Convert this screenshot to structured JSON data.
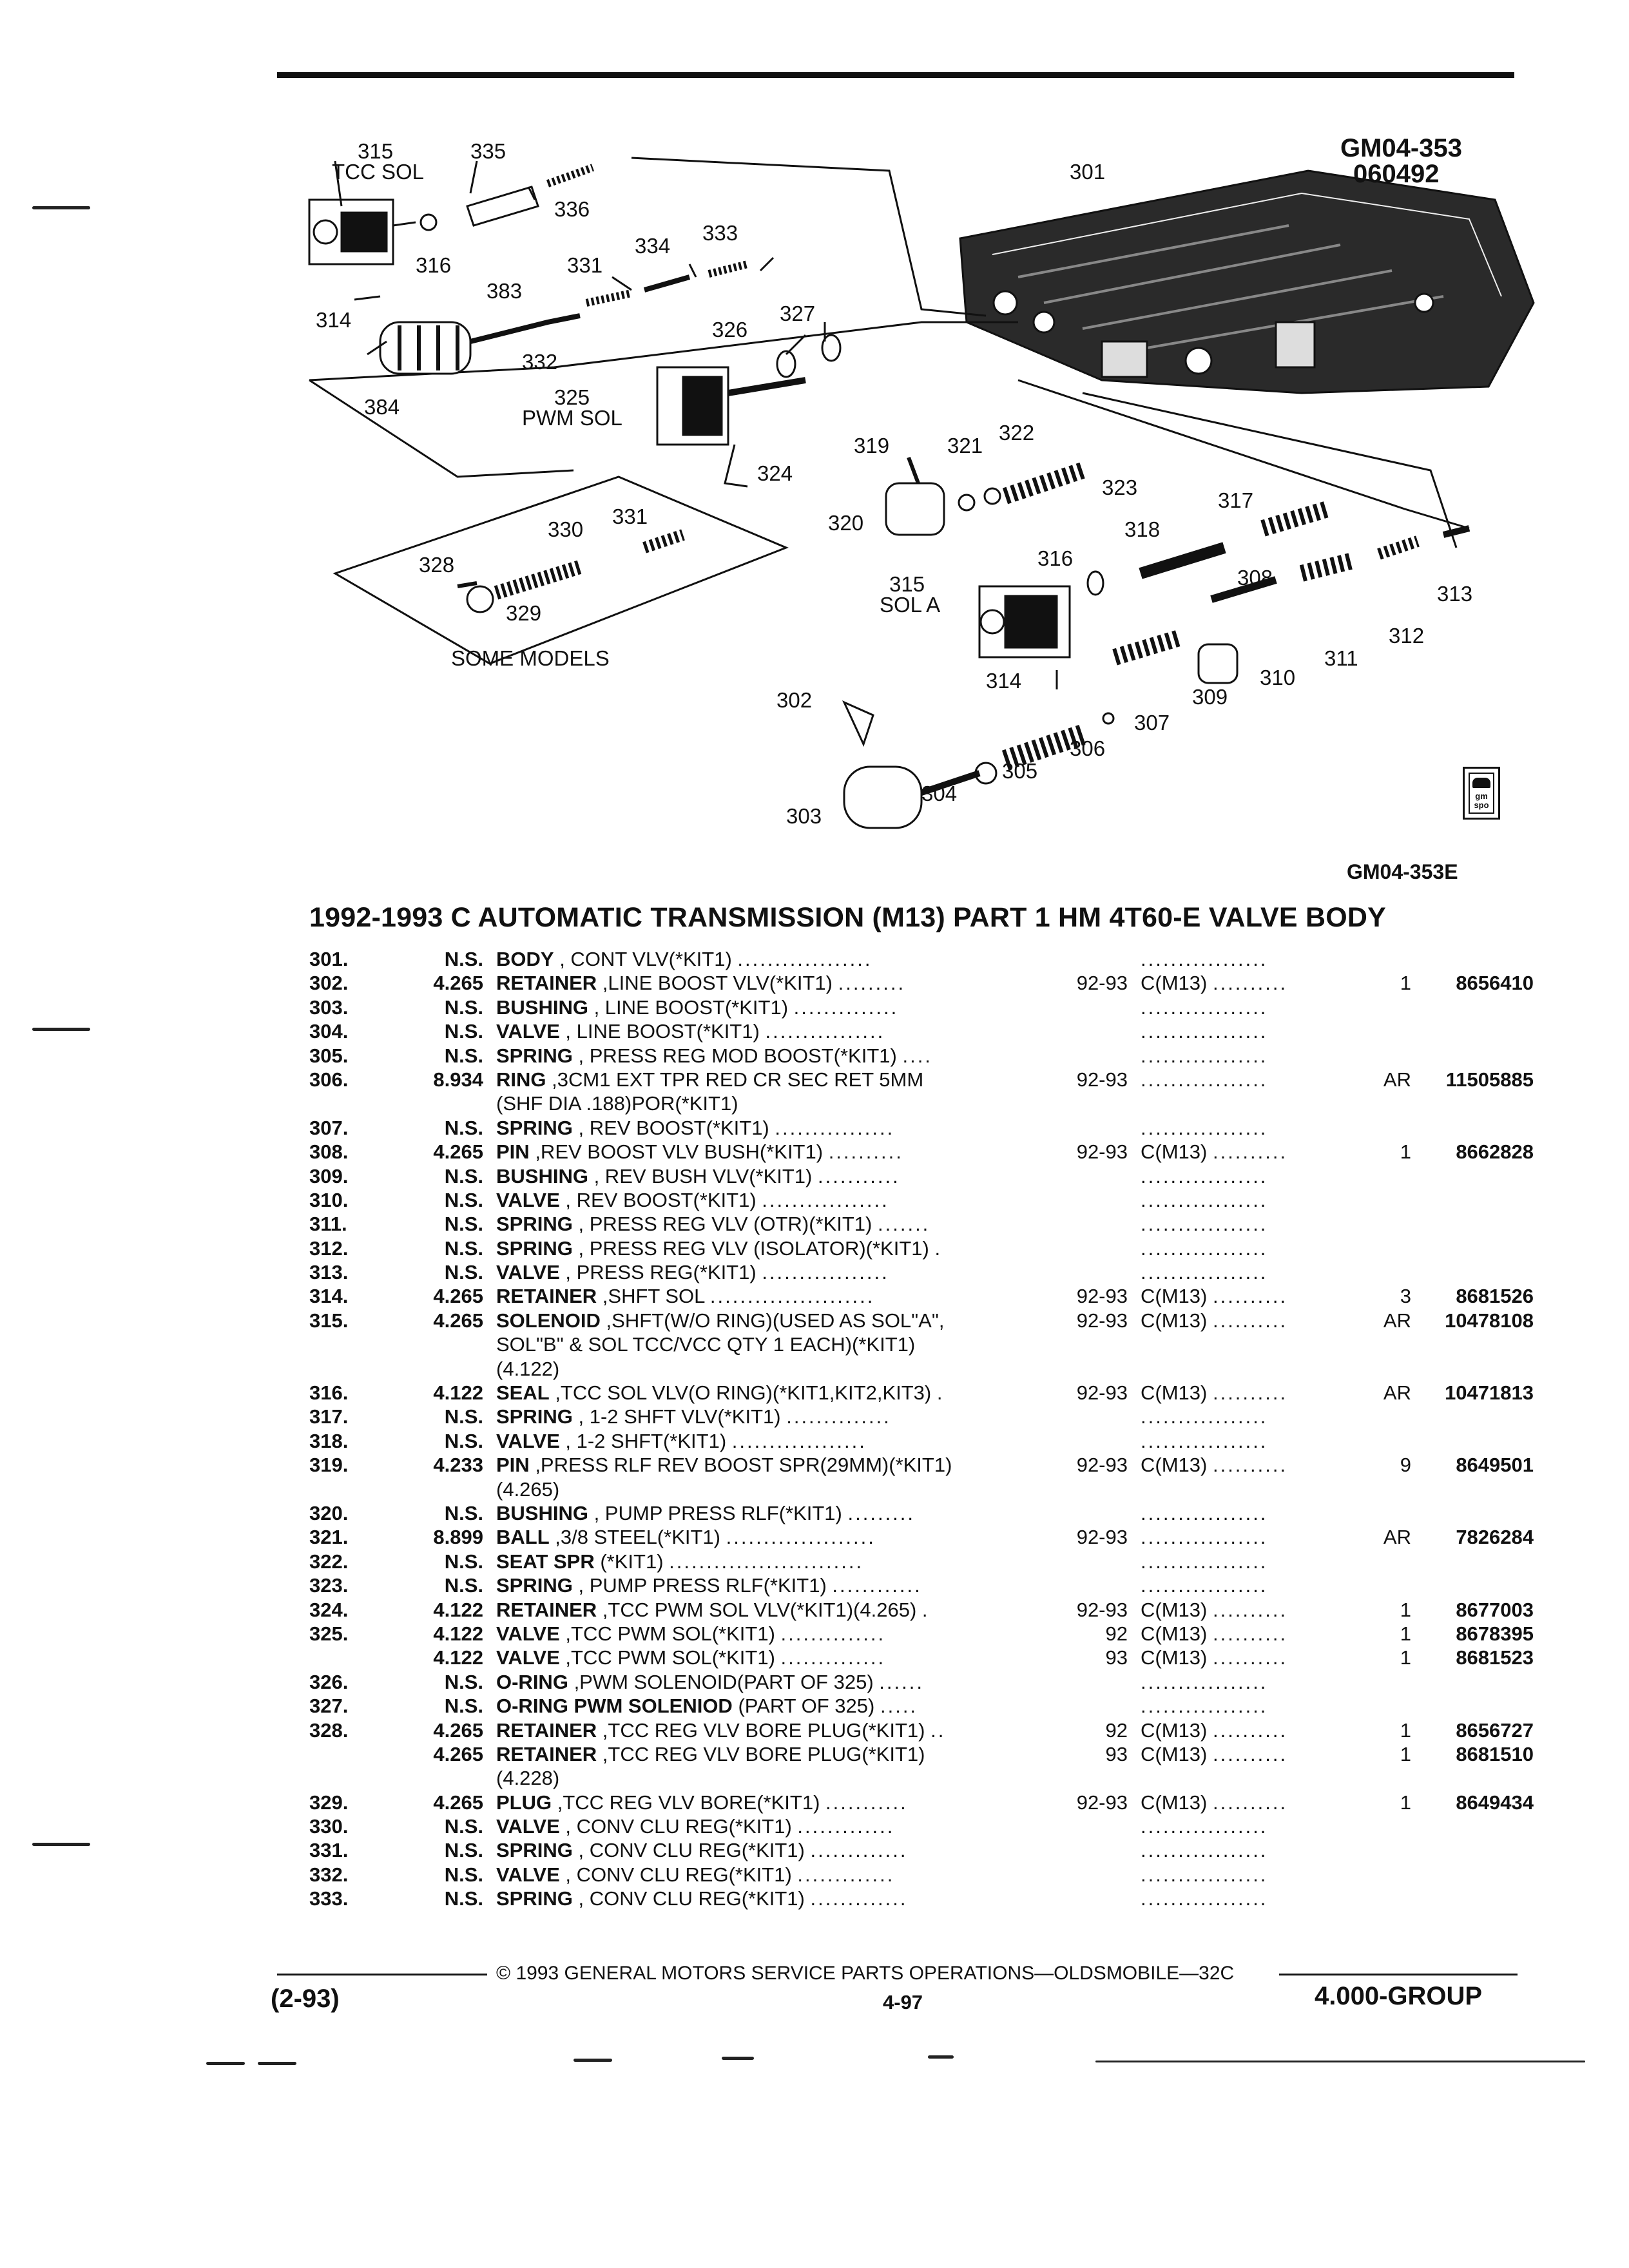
{
  "figure": {
    "code": "GM04-353",
    "date_code": "060492",
    "fig_label": "GM04-353E",
    "logo_text": "gm spo",
    "callouts": {
      "c301": "301",
      "c302": "302",
      "c303": "303",
      "c304": "304",
      "c305": "305",
      "c306": "306",
      "c307": "307",
      "c308": "308",
      "c309": "309",
      "c310": "310",
      "c311": "311",
      "c312": "312",
      "c313": "313",
      "c314a": "314",
      "c314b": "314",
      "c315a": "315",
      "c315a_label": "TCC SOL",
      "c315b": "315",
      "c315b_label": "SOL A",
      "c316a": "316",
      "c316b": "316",
      "c317": "317",
      "c318": "318",
      "c319": "319",
      "c320": "320",
      "c321": "321",
      "c322": "322",
      "c323": "323",
      "c324": "324",
      "c325": "325",
      "c325_label": "PWM SOL",
      "c326": "326",
      "c327": "327",
      "c328": "328",
      "c329": "329",
      "c330": "330",
      "c331a": "331",
      "c331b": "331",
      "c332": "332",
      "c333": "333",
      "c334": "334",
      "c335": "335",
      "c336": "336",
      "c383": "383",
      "c384": "384",
      "some_models": "SOME MODELS"
    }
  },
  "section_title": "1992-1993 C AUTOMATIC TRANSMISSION (M13) PART 1 HM 4T60-E VALVE BODY",
  "parts": [
    {
      "item": "301.",
      "group": "N.S.",
      "name": "BODY",
      "desc": ", CONT VLV(*KIT1)",
      "dots": "..................",
      "year": "",
      "model": "",
      "mdots": ".................",
      "qty": "",
      "part": ""
    },
    {
      "item": "302.",
      "group": "4.265",
      "name": "RETAINER",
      "desc": ",LINE BOOST VLV(*KIT1)",
      "dots": ".........",
      "year": "92-93",
      "model": "C(M13)",
      "mdots": "..........",
      "qty": "1",
      "part": "8656410"
    },
    {
      "item": "303.",
      "group": "N.S.",
      "name": "BUSHING",
      "desc": ", LINE BOOST(*KIT1)",
      "dots": "..............",
      "year": "",
      "model": "",
      "mdots": ".................",
      "qty": "",
      "part": ""
    },
    {
      "item": "304.",
      "group": "N.S.",
      "name": "VALVE",
      "desc": ", LINE BOOST(*KIT1)",
      "dots": "................",
      "year": "",
      "model": "",
      "mdots": ".................",
      "qty": "",
      "part": ""
    },
    {
      "item": "305.",
      "group": "N.S.",
      "name": "SPRING",
      "desc": ", PRESS REG MOD BOOST(*KIT1)",
      "dots": "....",
      "year": "",
      "model": "",
      "mdots": ".................",
      "qty": "",
      "part": ""
    },
    {
      "item": "306.",
      "group": "8.934",
      "name": "RING",
      "desc": ",3CM1 EXT TPR RED CR SEC RET 5MM",
      "dots": "",
      "year": "92-93",
      "model": "",
      "mdots": ".................",
      "qty": "AR",
      "part": "11505885"
    },
    {
      "item": "",
      "group": "",
      "name": "",
      "desc": "(SHF DIA .188)POR(*KIT1)",
      "dots": "",
      "year": "",
      "model": "",
      "mdots": "",
      "qty": "",
      "part": ""
    },
    {
      "item": "307.",
      "group": "N.S.",
      "name": "SPRING",
      "desc": ", REV BOOST(*KIT1)",
      "dots": "................",
      "year": "",
      "model": "",
      "mdots": ".................",
      "qty": "",
      "part": ""
    },
    {
      "item": "308.",
      "group": "4.265",
      "name": "PIN",
      "desc": ",REV BOOST VLV BUSH(*KIT1)",
      "dots": "..........",
      "year": "92-93",
      "model": "C(M13)",
      "mdots": "..........",
      "qty": "1",
      "part": "8662828"
    },
    {
      "item": "309.",
      "group": "N.S.",
      "name": "BUSHING",
      "desc": ", REV BUSH VLV(*KIT1)",
      "dots": "...........",
      "year": "",
      "model": "",
      "mdots": ".................",
      "qty": "",
      "part": ""
    },
    {
      "item": "310.",
      "group": "N.S.",
      "name": "VALVE",
      "desc": ", REV BOOST(*KIT1)",
      "dots": ".................",
      "year": "",
      "model": "",
      "mdots": ".................",
      "qty": "",
      "part": ""
    },
    {
      "item": "311.",
      "group": "N.S.",
      "name": "SPRING",
      "desc": ", PRESS REG VLV (OTR)(*KIT1)",
      "dots": ".......",
      "year": "",
      "model": "",
      "mdots": ".................",
      "qty": "",
      "part": ""
    },
    {
      "item": "312.",
      "group": "N.S.",
      "name": "SPRING",
      "desc": ", PRESS REG VLV (ISOLATOR)(*KIT1)",
      "dots": ".",
      "year": "",
      "model": "",
      "mdots": ".................",
      "qty": "",
      "part": ""
    },
    {
      "item": "313.",
      "group": "N.S.",
      "name": "VALVE",
      "desc": ", PRESS REG(*KIT1)",
      "dots": ".................",
      "year": "",
      "model": "",
      "mdots": ".................",
      "qty": "",
      "part": ""
    },
    {
      "item": "314.",
      "group": "4.265",
      "name": "RETAINER",
      "desc": ",SHFT SOL",
      "dots": "......................",
      "year": "92-93",
      "model": "C(M13)",
      "mdots": "..........",
      "qty": "3",
      "part": "8681526"
    },
    {
      "item": "315.",
      "group": "4.265",
      "name": "SOLENOID",
      "desc": ",SHFT(W/O RING)(USED AS SOL\"A\",",
      "dots": "",
      "year": "92-93",
      "model": "C(M13)",
      "mdots": "..........",
      "qty": "AR",
      "part": "10478108"
    },
    {
      "item": "",
      "group": "",
      "name": "",
      "desc": "SOL\"B\" & SOL TCC/VCC QTY 1 EACH)(*KIT1)",
      "dots": "",
      "year": "",
      "model": "",
      "mdots": "",
      "qty": "",
      "part": ""
    },
    {
      "item": "",
      "group": "",
      "name": "",
      "desc": "(4.122)",
      "dots": "",
      "year": "",
      "model": "",
      "mdots": "",
      "qty": "",
      "part": ""
    },
    {
      "item": "316.",
      "group": "4.122",
      "name": "SEAL",
      "desc": ",TCC SOL VLV(O RING)(*KIT1,KIT2,KIT3)",
      "dots": ".",
      "year": "92-93",
      "model": "C(M13)",
      "mdots": "..........",
      "qty": "AR",
      "part": "10471813"
    },
    {
      "item": "317.",
      "group": "N.S.",
      "name": "SPRING",
      "desc": ", 1-2 SHFT VLV(*KIT1)",
      "dots": "..............",
      "year": "",
      "model": "",
      "mdots": ".................",
      "qty": "",
      "part": ""
    },
    {
      "item": "318.",
      "group": "N.S.",
      "name": "VALVE",
      "desc": ", 1-2 SHFT(*KIT1)",
      "dots": "..................",
      "year": "",
      "model": "",
      "mdots": ".................",
      "qty": "",
      "part": ""
    },
    {
      "item": "319.",
      "group": "4.233",
      "name": "PIN",
      "desc": ",PRESS RLF REV BOOST SPR(29MM)(*KIT1)",
      "dots": "",
      "year": "92-93",
      "model": "C(M13)",
      "mdots": "..........",
      "qty": "9",
      "part": "8649501"
    },
    {
      "item": "",
      "group": "",
      "name": "",
      "desc": "(4.265)",
      "dots": "",
      "year": "",
      "model": "",
      "mdots": "",
      "qty": "",
      "part": ""
    },
    {
      "item": "320.",
      "group": "N.S.",
      "name": "BUSHING",
      "desc": ", PUMP PRESS RLF(*KIT1)",
      "dots": ".........",
      "year": "",
      "model": "",
      "mdots": ".................",
      "qty": "",
      "part": ""
    },
    {
      "item": "321.",
      "group": "8.899",
      "name": "BALL",
      "desc": ",3/8 STEEL(*KIT1)",
      "dots": "....................",
      "year": "92-93",
      "model": "",
      "mdots": ".................",
      "qty": "AR",
      "part": "7826284"
    },
    {
      "item": "322.",
      "group": "N.S.",
      "name": "SEAT SPR",
      "desc": "(*KIT1)",
      "dots": "..........................",
      "year": "",
      "model": "",
      "mdots": ".................",
      "qty": "",
      "part": ""
    },
    {
      "item": "323.",
      "group": "N.S.",
      "name": "SPRING",
      "desc": ", PUMP PRESS RLF(*KIT1)",
      "dots": "............",
      "year": "",
      "model": "",
      "mdots": ".................",
      "qty": "",
      "part": ""
    },
    {
      "item": "324.",
      "group": "4.122",
      "name": "RETAINER",
      "desc": ",TCC PWM SOL VLV(*KIT1)(4.265)",
      "dots": ".",
      "year": "92-93",
      "model": "C(M13)",
      "mdots": "..........",
      "qty": "1",
      "part": "8677003"
    },
    {
      "item": "325.",
      "group": "4.122",
      "name": "VALVE",
      "desc": ",TCC PWM SOL(*KIT1)",
      "dots": "..............",
      "year": "92",
      "model": "C(M13)",
      "mdots": "..........",
      "qty": "1",
      "part": "8678395"
    },
    {
      "item": "",
      "group": "4.122",
      "name": "VALVE",
      "desc": ",TCC PWM SOL(*KIT1)",
      "dots": "..............",
      "year": "93",
      "model": "C(M13)",
      "mdots": "..........",
      "qty": "1",
      "part": "8681523"
    },
    {
      "item": "326.",
      "group": "N.S.",
      "name": "O-RING",
      "desc": ",PWM SOLENOID(PART OF 325)",
      "dots": "......",
      "year": "",
      "model": "",
      "mdots": ".................",
      "qty": "",
      "part": ""
    },
    {
      "item": "327.",
      "group": "N.S.",
      "name": "O-RING PWM SOLENIOD",
      "desc": "(PART OF 325)",
      "dots": ".....",
      "year": "",
      "model": "",
      "mdots": ".................",
      "qty": "",
      "part": ""
    },
    {
      "item": "328.",
      "group": "4.265",
      "name": "RETAINER",
      "desc": ",TCC REG VLV BORE PLUG(*KIT1)",
      "dots": "..",
      "year": "92",
      "model": "C(M13)",
      "mdots": "..........",
      "qty": "1",
      "part": "8656727"
    },
    {
      "item": "",
      "group": "4.265",
      "name": "RETAINER",
      "desc": ",TCC REG VLV BORE PLUG(*KIT1)",
      "dots": "",
      "year": "93",
      "model": "C(M13)",
      "mdots": "..........",
      "qty": "1",
      "part": "8681510"
    },
    {
      "item": "",
      "group": "",
      "name": "",
      "desc": "(4.228)",
      "dots": "",
      "year": "",
      "model": "",
      "mdots": "",
      "qty": "",
      "part": ""
    },
    {
      "item": "329.",
      "group": "4.265",
      "name": "PLUG",
      "desc": ",TCC REG VLV BORE(*KIT1)",
      "dots": "...........",
      "year": "92-93",
      "model": "C(M13)",
      "mdots": "..........",
      "qty": "1",
      "part": "8649434"
    },
    {
      "item": "330.",
      "group": "N.S.",
      "name": "VALVE",
      "desc": ", CONV CLU REG(*KIT1)",
      "dots": ".............",
      "year": "",
      "model": "",
      "mdots": ".................",
      "qty": "",
      "part": ""
    },
    {
      "item": "331.",
      "group": "N.S.",
      "name": "SPRING",
      "desc": ", CONV CLU REG(*KIT1)",
      "dots": ".............",
      "year": "",
      "model": "",
      "mdots": ".................",
      "qty": "",
      "part": ""
    },
    {
      "item": "332.",
      "group": "N.S.",
      "name": "VALVE",
      "desc": ", CONV CLU REG(*KIT1)",
      "dots": ".............",
      "year": "",
      "model": "",
      "mdots": ".................",
      "qty": "",
      "part": ""
    },
    {
      "item": "333.",
      "group": "N.S.",
      "name": "SPRING",
      "desc": ", CONV CLU REG(*KIT1)",
      "dots": ".............",
      "year": "",
      "model": "",
      "mdots": ".................",
      "qty": "",
      "part": ""
    }
  ],
  "footer": {
    "copyright": "© 1993 GENERAL MOTORS SERVICE PARTS OPERATIONS—OLDSMOBILE—32C",
    "date": "(2-93)",
    "page": "4-97",
    "group": "4.000-GROUP"
  }
}
